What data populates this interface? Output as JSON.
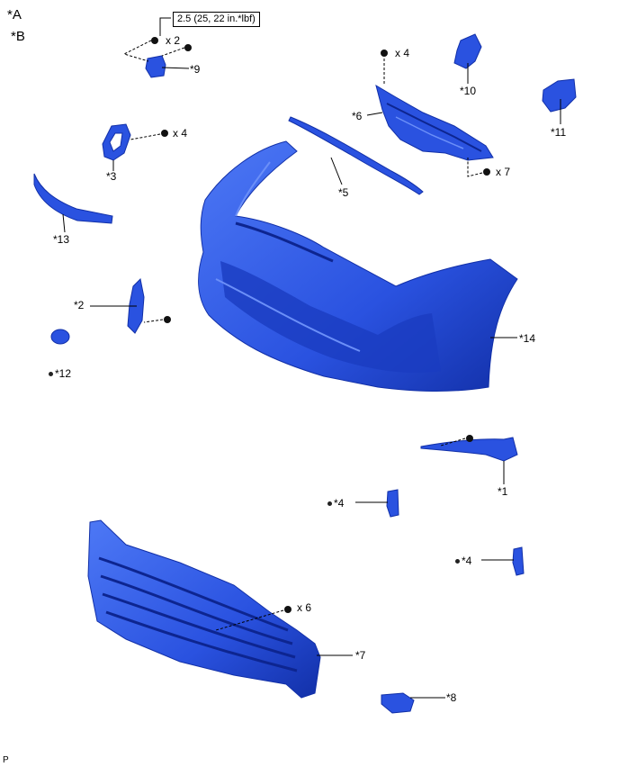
{
  "legend": {
    "a": "*A",
    "b": "*B"
  },
  "torque_spec": "2.5 (25, 22 in.*lbf)",
  "footer_code": "P",
  "colors": {
    "part_fill": "#2a52e0",
    "part_dark": "#1230a8",
    "part_light": "#4d78f5",
    "line": "#000000"
  },
  "parts": {
    "p1": "*1",
    "p2": "*2",
    "p3": "*3",
    "p4a": "*4",
    "p4b": "*4",
    "p5": "*5",
    "p6": "*6",
    "p7": "*7",
    "p8": "*8",
    "p9": "*9",
    "p10": "*10",
    "p11": "*11",
    "p12": "*12",
    "p13": "*13",
    "p14": "*14"
  },
  "fasteners": {
    "x2": "x 2",
    "x4_clip": "x 4",
    "x4_screw": "x 4",
    "x7": "x 7",
    "x6": "x 6"
  }
}
